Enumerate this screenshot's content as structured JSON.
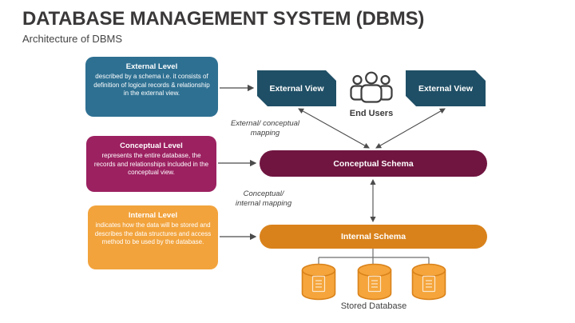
{
  "header": {
    "title": "DATABASE MANAGEMENT SYSTEM (DBMS)",
    "subtitle": "Architecture of DBMS"
  },
  "levels": [
    {
      "title": "External Level",
      "description": "described by a schema i.e. it consists of definition of logical records & relationship in the external view."
    },
    {
      "title": "Conceptual Level",
      "description": "represents the entire database, the records and relationships included in the conceptual view."
    },
    {
      "title": "Internal Level",
      "description": "indicates how the data will be stored and describes the data structures and access method to be used by the database."
    }
  ],
  "diagram": {
    "external_views": [
      "External View",
      "External View"
    ],
    "end_users_label": "End Users",
    "mappings": [
      {
        "line1": "External/ conceptual",
        "line2": "mapping"
      },
      {
        "line1": "Conceptual/",
        "line2": "internal mapping"
      }
    ],
    "conceptual_schema_label": "Conceptual Schema",
    "internal_schema_label": "Internal Schema",
    "stored_database_label": "Stored Database"
  },
  "colors": {
    "title_text": "#3A3838",
    "external_level_box": "#2E7092",
    "conceptual_level_box": "#9C2161",
    "internal_level_box": "#F2A33C",
    "external_view_box": "#1F4F66",
    "conceptual_schema_pill": "#701540",
    "internal_schema_pill": "#D9821B",
    "database_fill": "#F5A53B",
    "database_outline": "#D9821B",
    "arrow": "#4B4B4B"
  }
}
